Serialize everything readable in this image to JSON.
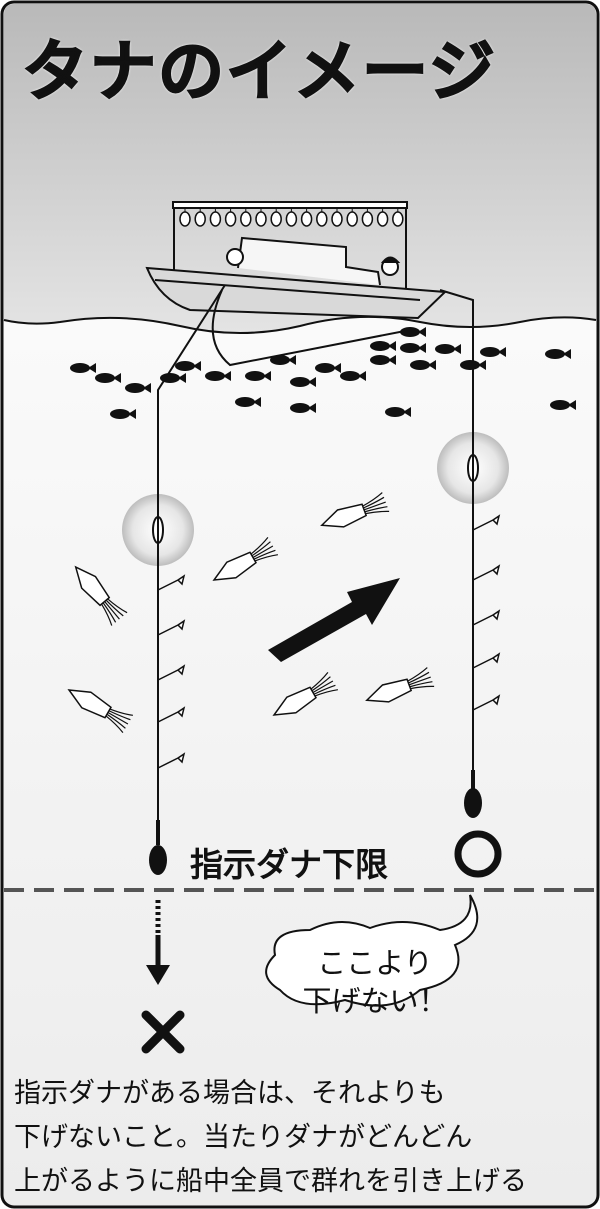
{
  "title": "タナのイメージ",
  "limit_label": "指示ダナ下限",
  "bubble": {
    "line1": "ここより",
    "line2": "下げない！"
  },
  "caption": {
    "line1": "指示ダナがある場合は、それよりも",
    "line2": "下げないこと。当たりダナがどんどん",
    "line3": "上がるように船中全員で群れを引き上げる"
  },
  "colors": {
    "sky": "#cfcfcf",
    "water": "#f2f2f2",
    "ink": "#111111",
    "dashed_line": "#555555"
  }
}
